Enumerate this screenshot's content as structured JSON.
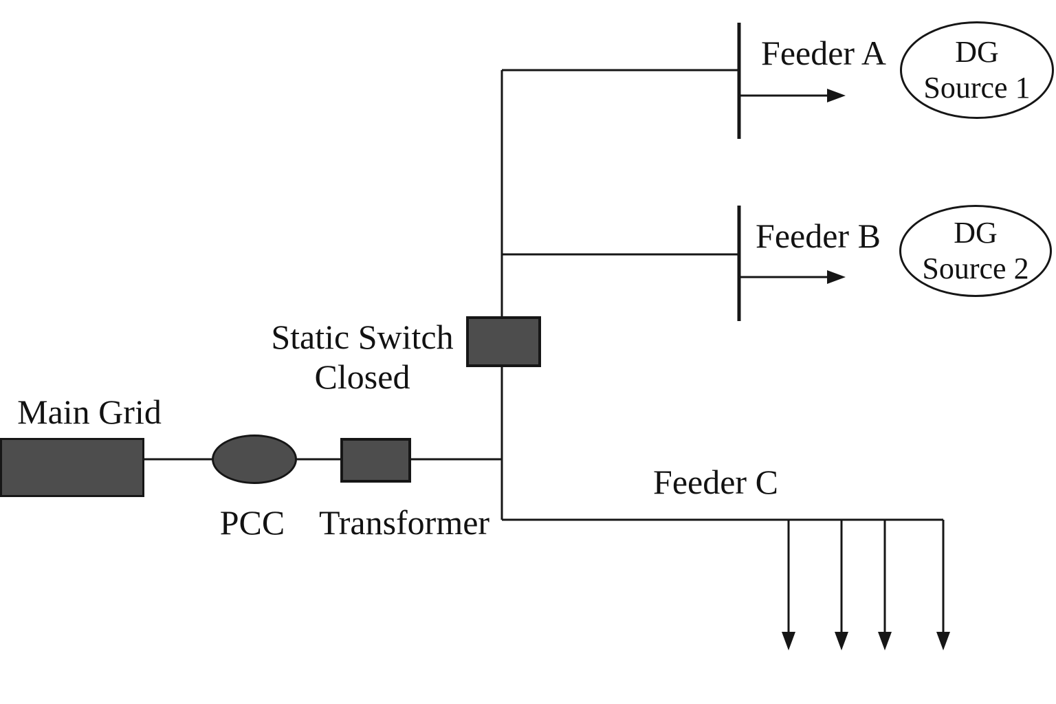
{
  "diagram": {
    "type": "microgrid-one-line-diagram",
    "colors": {
      "background": "#ffffff",
      "component_fill": "#4d4d4d",
      "line": "#161616",
      "text": "#121212"
    }
  },
  "components": {
    "main_grid": {
      "label": "Main Grid"
    },
    "pcc": {
      "label": "PCC"
    },
    "transformer": {
      "label": "Transformer"
    },
    "static_switch": {
      "label_line1": "Static Switch",
      "label_line2": "Closed"
    },
    "feeder_a": {
      "label": "Feeder A"
    },
    "feeder_b": {
      "label": "Feeder B"
    },
    "feeder_c": {
      "label": "Feeder C"
    },
    "dg_source_1": {
      "line1": "DG",
      "line2": "Source 1"
    },
    "dg_source_2": {
      "line1": "DG",
      "line2": "Source 2"
    }
  }
}
